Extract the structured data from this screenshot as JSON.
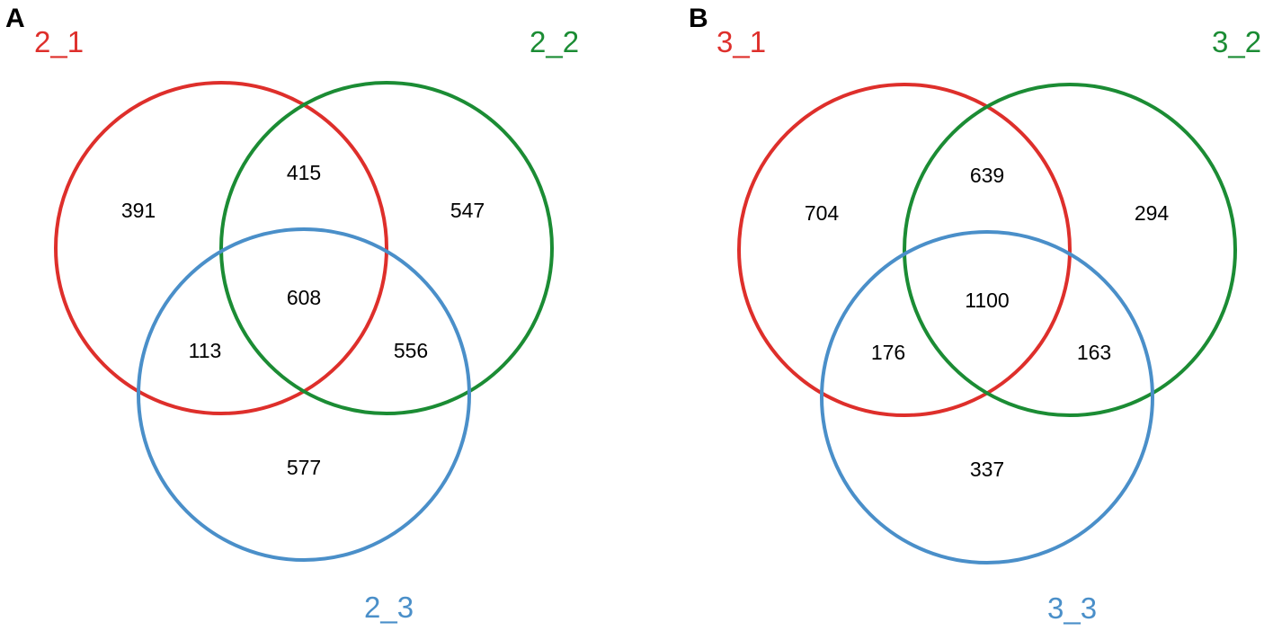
{
  "colors": {
    "set1": "#de2f2b",
    "set2": "#1b8c34",
    "set3": "#4a8fc9",
    "text": "#000000"
  },
  "panels": [
    {
      "letter": "A",
      "sets": [
        "2_1",
        "2_2",
        "2_3"
      ],
      "regions": {
        "only_1": "391",
        "only_2": "547",
        "only_3": "577",
        "1_and_2": "415",
        "1_and_3": "113",
        "2_and_3": "556",
        "all": "608"
      }
    },
    {
      "letter": "B",
      "sets": [
        "3_1",
        "3_2",
        "3_3"
      ],
      "regions": {
        "only_1": "704",
        "only_2": "294",
        "only_3": "337",
        "1_and_2": "639",
        "1_and_3": "176",
        "2_and_3": "163",
        "all": "1100"
      }
    }
  ]
}
